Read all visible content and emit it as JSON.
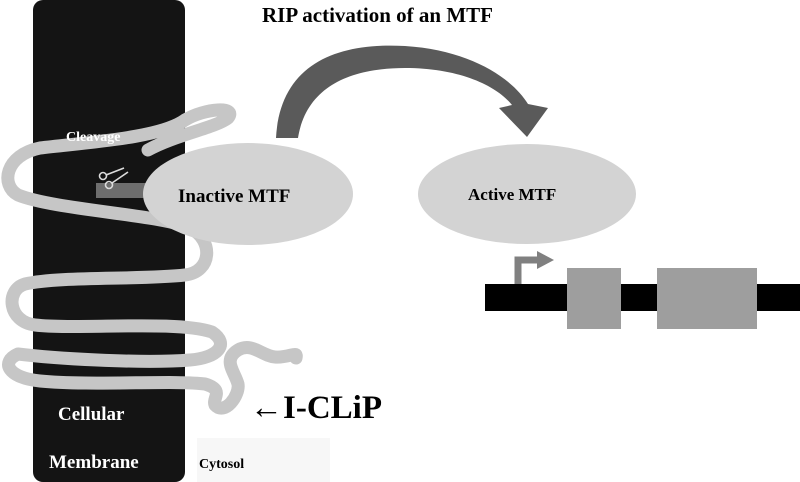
{
  "title": "RIP activation of an MTF",
  "labels": {
    "cleavage": "Cleavage",
    "inactive_mtf": "Inactive MTF",
    "active_mtf": "Active MTF",
    "cellular": "Cellular",
    "membrane": "Membrane",
    "cytosol": "Cytosol",
    "iclip": "←I-CLiP"
  },
  "colors": {
    "membrane": "#141414",
    "protein_strand": "#c6c6c6",
    "mtf_ellipse": "#d3d3d3",
    "arrow": "#5a5a5a",
    "dna": "#000000",
    "gene_box": "#9e9e9e",
    "promoter_arrow": "#808080"
  },
  "icons": {
    "cleavage_tool": "scissors-icon",
    "promoter": "promoter-arrow-icon"
  }
}
